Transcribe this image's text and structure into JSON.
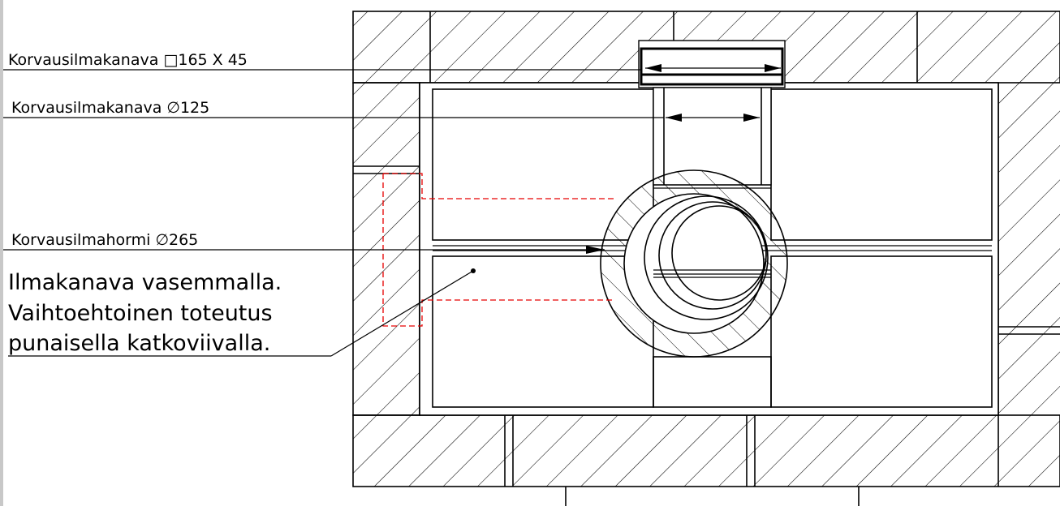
{
  "labels": {
    "rect_duct": "Korvausilmakanava □165 X 45",
    "round_duct": "Korvausilmakanava ∅125",
    "shaft": "Korvausilmahormi  ∅265",
    "note_line1": "Ilmakanava vasemmalla.",
    "note_line2": "Vaihtoehtoinen toteutus",
    "note_line3": "punaisella katkoviivalla."
  },
  "colors": {
    "line": "#000000",
    "alternative": "#e60000",
    "frame": "#c8c8c8"
  }
}
